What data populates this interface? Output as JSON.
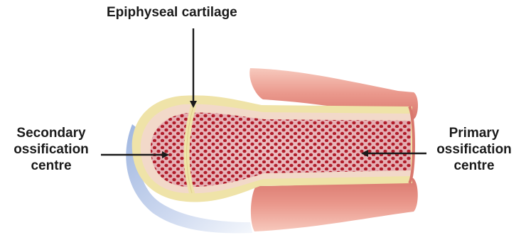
{
  "labels": {
    "epiphyseal_cartilage": "Epiphyseal cartilage",
    "secondary": [
      "Secondary",
      "ossification",
      "centre"
    ],
    "primary": [
      "Primary",
      "ossification",
      "centre"
    ]
  },
  "colors": {
    "periosteum": "#e8938a",
    "periosteum_light": "#f6c4b8",
    "cartilage": "#efe3a8",
    "bone_matrix": "#f2d9c9",
    "marrow": "#e8b4b8",
    "ossification_dots": "#b01c2a",
    "joint_capsule": "#b8c9e8",
    "arrow": "#1a1a1a"
  }
}
